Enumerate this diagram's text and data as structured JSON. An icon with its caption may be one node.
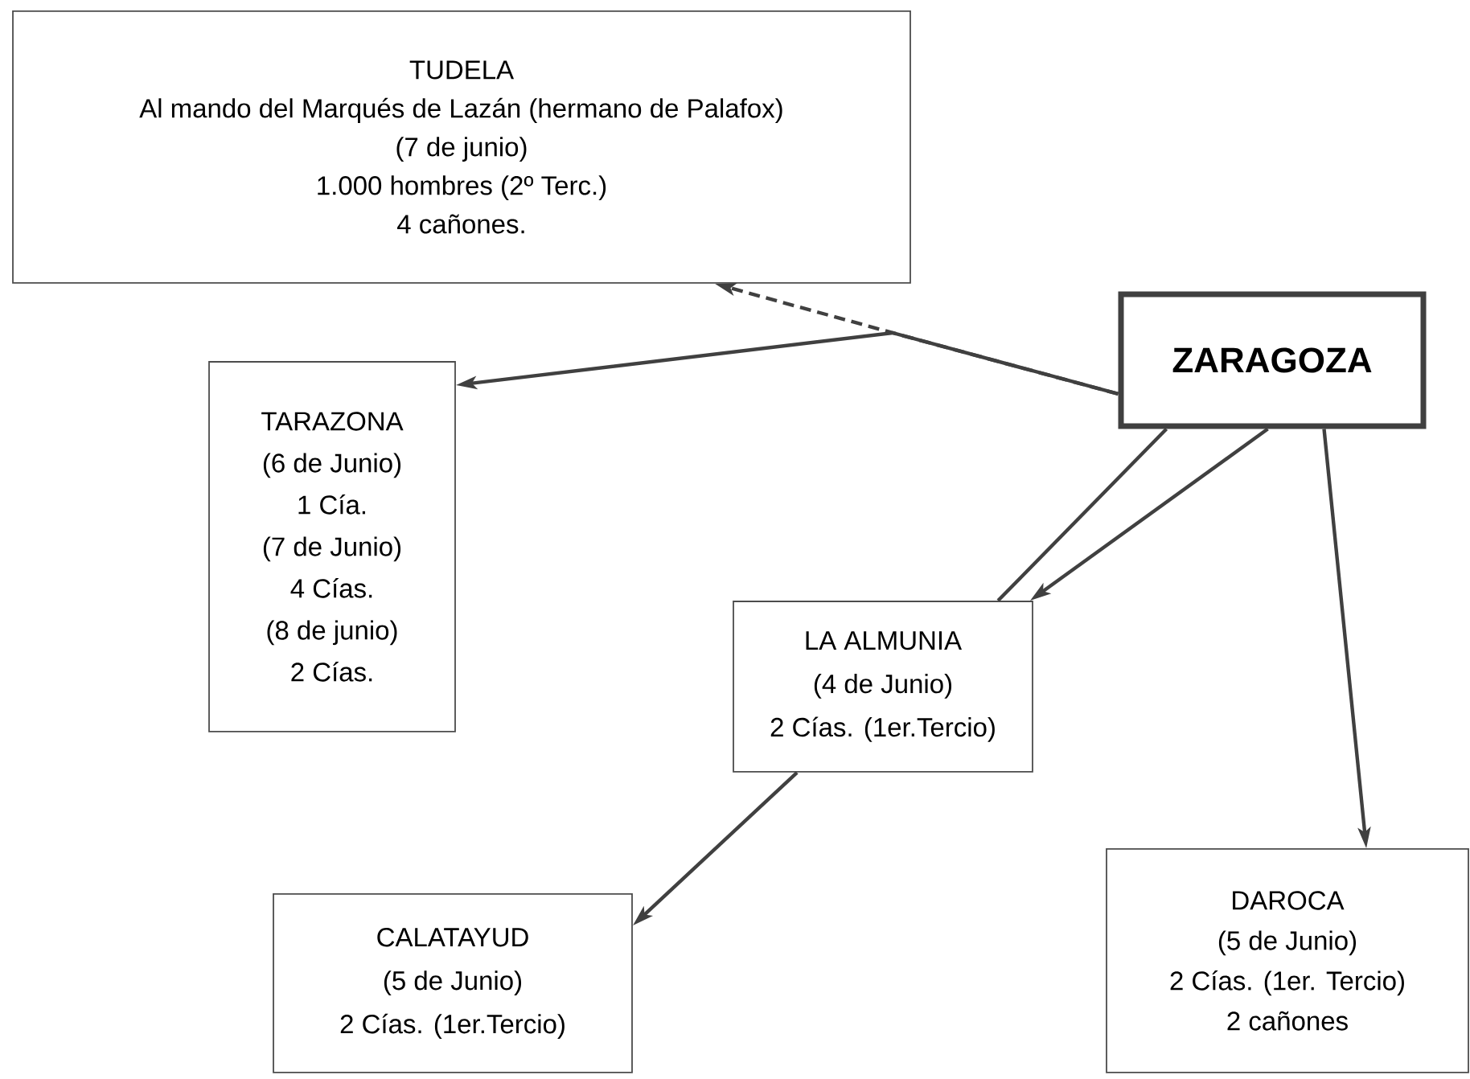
{
  "diagram": {
    "nodes": [
      {
        "text": [
          "TUDELA",
          "Al mando del Marqués de Lazán (hermano de Palafox)",
          "(7 de junio)",
          "1.000 hombres (2º Terc.)",
          "4 cañones."
        ]
      },
      {
        "text": [
          "ZARAGOZA"
        ]
      },
      {
        "text": [
          "TARAZONA",
          "(6 de Junio)",
          "1 Cía.",
          "(7 de Junio)",
          "4 Cías.",
          "(8 de junio)",
          "2 Cías."
        ]
      },
      {
        "text": [
          "LA ALMUNIA",
          "(4 de Junio)",
          "2 Cías. (1er.Tercio)"
        ]
      },
      {
        "text": [
          "CALATAYUD",
          "(5 de Junio)",
          "2 Cías. (1er.Tercio)"
        ]
      },
      {
        "text": [
          "DAROCA",
          "(5 de Junio)",
          "2 Cías. (1er. Tercio)",
          "2 cañones"
        ]
      }
    ],
    "edges": [
      {
        "from": 1,
        "to": 0,
        "arrow": "to",
        "style": "dashed"
      },
      {
        "from": 1,
        "to": 2,
        "arrow": "to"
      },
      {
        "from": 1,
        "to": 3,
        "arrow": "none"
      },
      {
        "from": 1,
        "to": 3,
        "arrow": "to"
      },
      {
        "from": 3,
        "to": 4,
        "arrow": "to"
      },
      {
        "from": 1,
        "to": 5,
        "arrow": "to"
      }
    ]
  }
}
